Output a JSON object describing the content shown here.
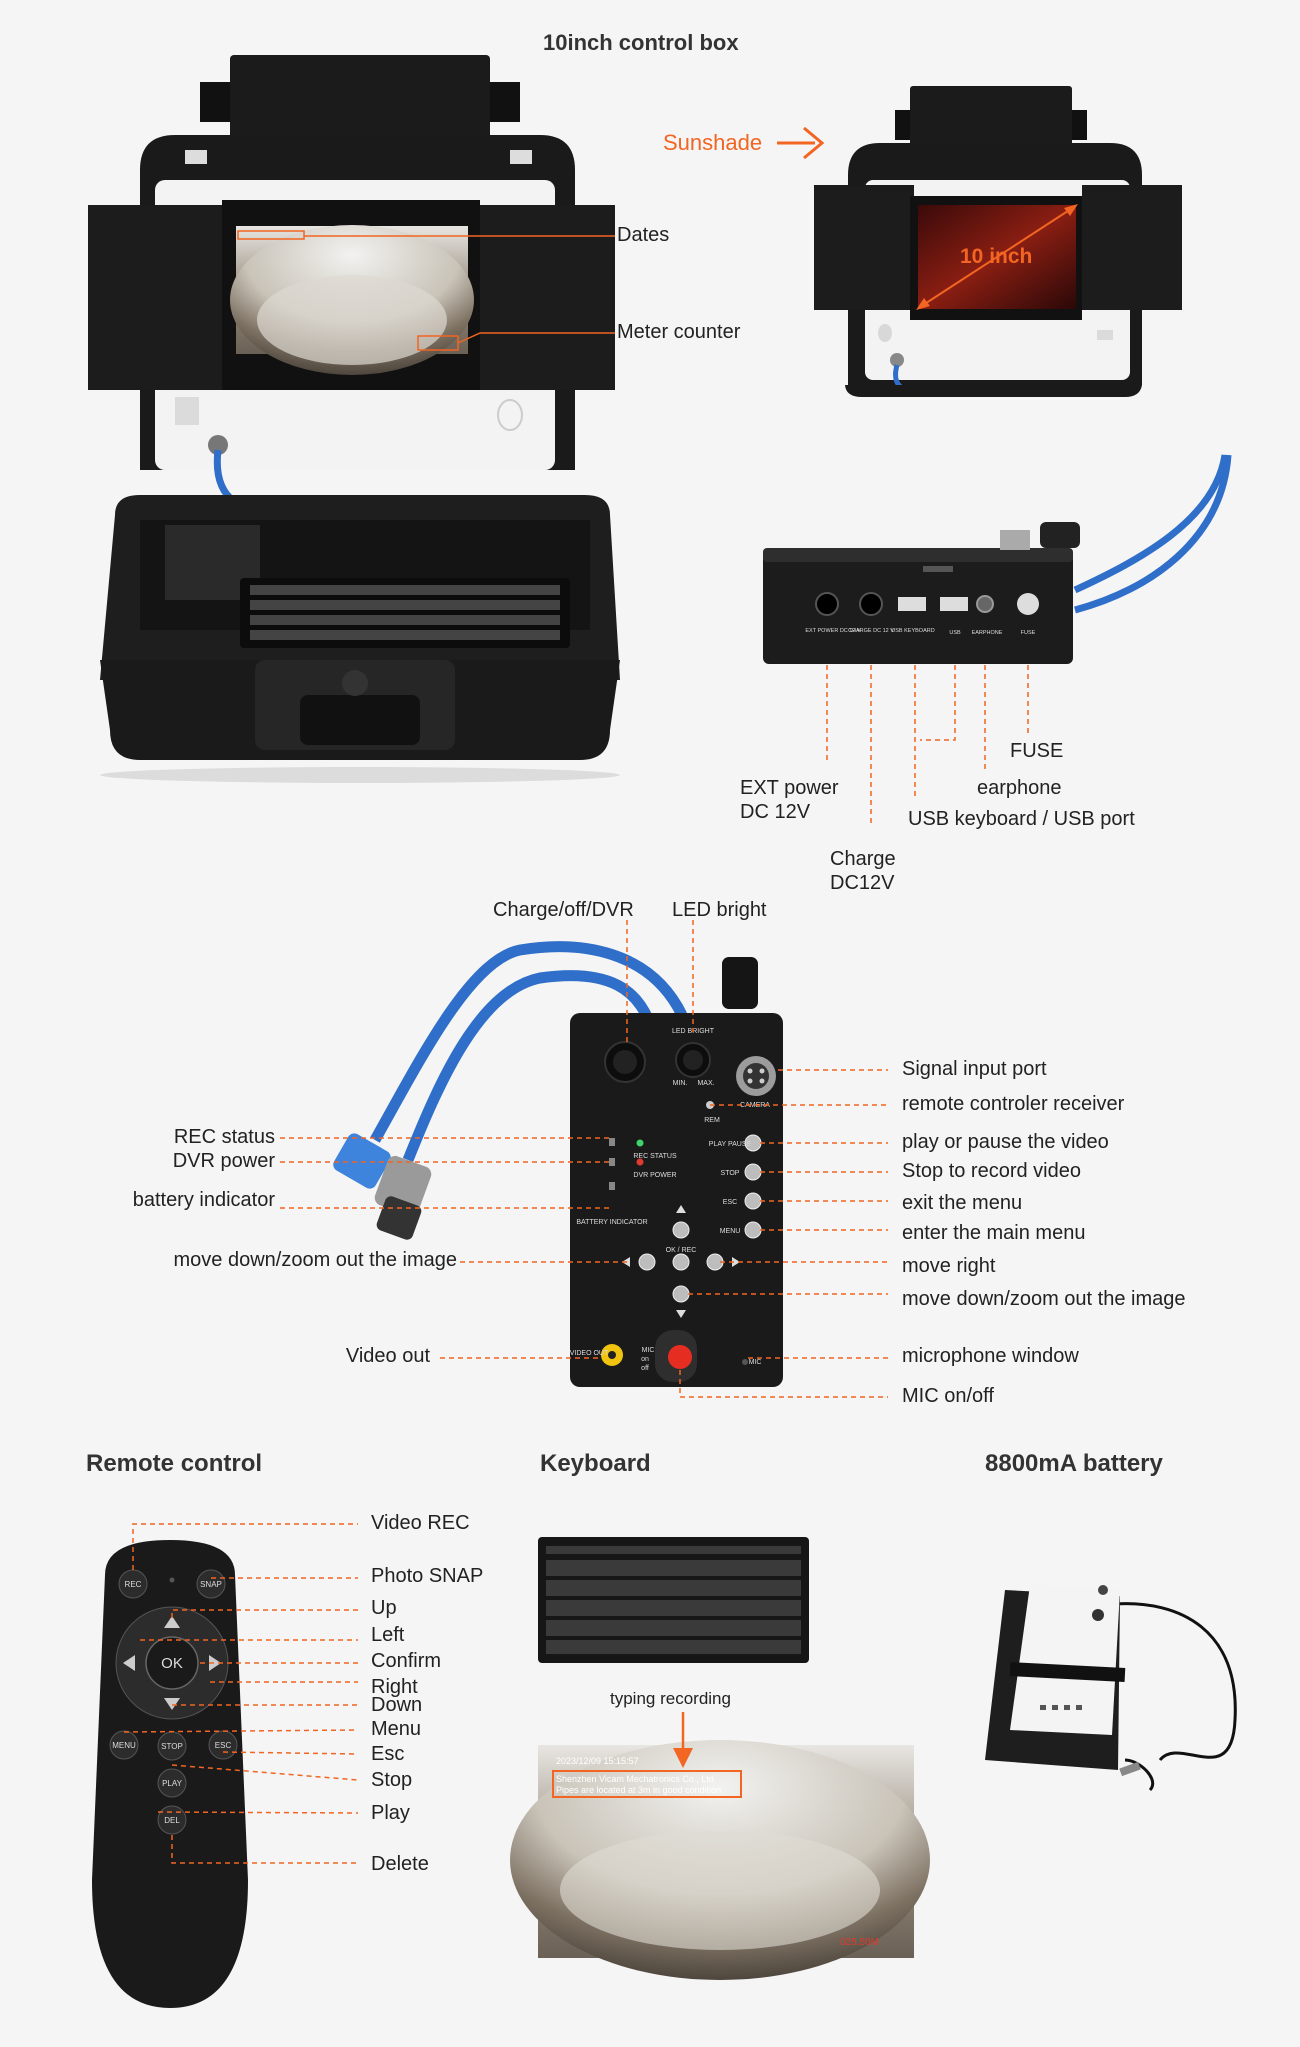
{
  "headings": {
    "control_box": "10inch control box",
    "remote": "Remote control",
    "keyboard": "Keyboard",
    "battery": "8800mA battery"
  },
  "control_box_labels": {
    "dates": "Dates",
    "meter_counter": "Meter counter",
    "sunshade": "Sunshade",
    "ten_inch": "10 inch"
  },
  "ports": {
    "fuse": "FUSE",
    "ext_power": "EXT power",
    "ext_power_sub": "DC 12V",
    "earphone": "earphone",
    "usb": "USB keyboard / USB port",
    "charge": "Charge",
    "charge_sub": "DC12V",
    "printed": [
      "EXT POWER DC 12 V",
      "CHARGE DC 12 V",
      "USB KEYBOARD",
      "USB",
      "EARPHONE",
      "FUSE"
    ]
  },
  "panel": {
    "top_left": "Charge/off/DVR",
    "top_right": "LED bright",
    "left": [
      "REC status",
      "DVR power",
      "battery indicator",
      "move down/zoom out the image",
      "Video out"
    ],
    "right": [
      "Signal input port",
      "remote controler receiver",
      "play or pause the video",
      "Stop to record video",
      "exit the menu",
      "enter the main menu",
      "move right",
      "move down/zoom out the image",
      "microphone window",
      "MIC on/off"
    ],
    "printed": {
      "led": "LED BRIGHT",
      "min": "MIN.",
      "max": "MAX.",
      "camera": "CAMERA",
      "rem": "REM",
      "rec_status": "REC STATUS",
      "dvr_power": "DVR POWER",
      "battery": "BATTERY INDICATOR",
      "play": "PLAY PAUSE",
      "stop": "STOP",
      "esc": "ESC",
      "menu": "MENU",
      "okrec": "OK / REC",
      "video": "VIDEO OUT",
      "mic": "MIC",
      "on": "on",
      "off": "off",
      "mic2": "MIC"
    }
  },
  "remote": {
    "labels": [
      "Video REC",
      "Photo SNAP",
      "Up",
      "Left",
      "Confirm",
      "Right",
      "Down",
      "Menu",
      "Esc",
      "Stop",
      "Play",
      "Delete"
    ],
    "buttons": {
      "rec": "REC",
      "snap": "SNAP",
      "ok": "OK",
      "menu": "MENU",
      "stop": "STOP",
      "esc": "ESC",
      "play": "PLAY",
      "del": "DEL"
    }
  },
  "keyboard": {
    "caption": "typing recording",
    "screen_date": "2023/12/09 15:15:57",
    "screen_line1": "Shenzhen Vicam Mechatronics Co., Ltd",
    "screen_line2": "Pipes are located at 3m in good condition",
    "screen_meter": "025.50M"
  },
  "colors": {
    "accent": "#f26522",
    "cable": "#2f6fc9",
    "device": "#1c1c1c"
  }
}
